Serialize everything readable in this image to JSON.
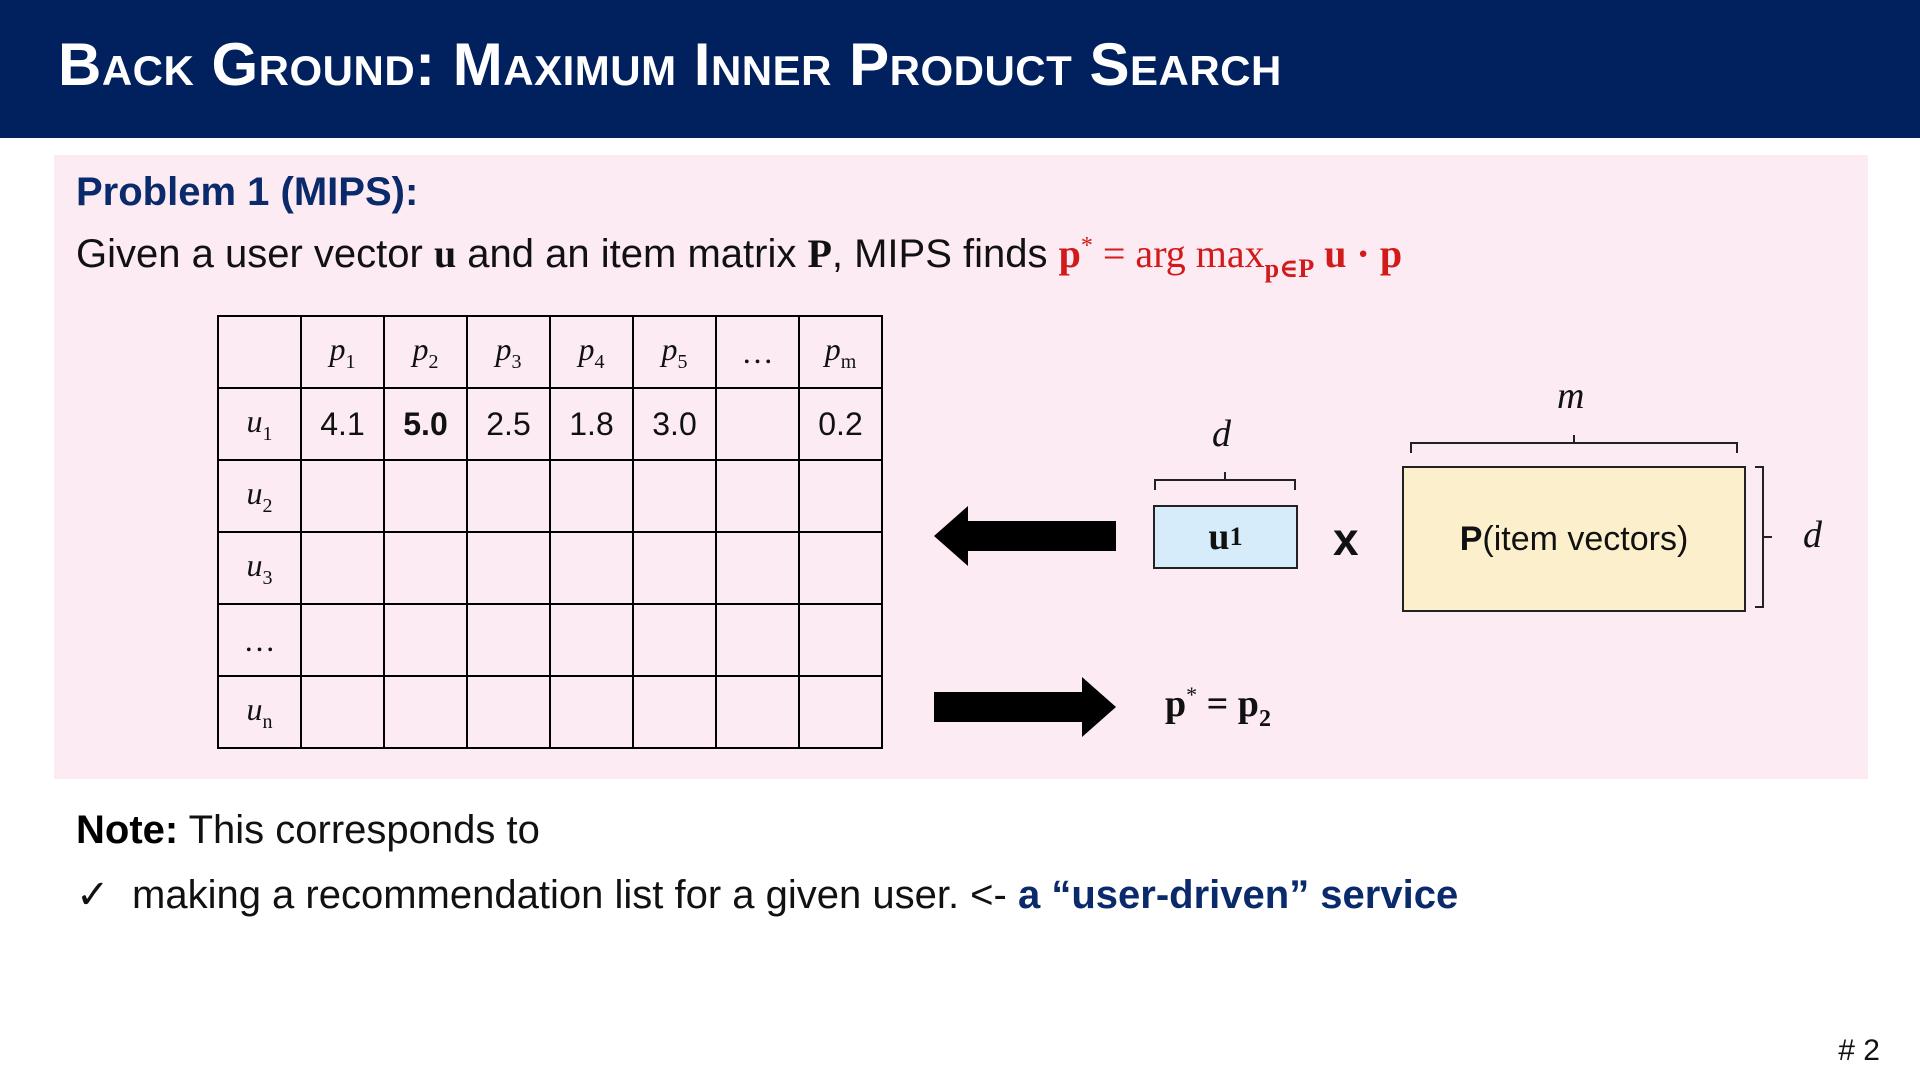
{
  "header": {
    "title": "Back Ground: Maximum Inner Product Search",
    "bg_color": "#00205e"
  },
  "problem": {
    "title": "Problem 1 (MIPS):",
    "line_start": "Given a user vector ",
    "u_sym": "u",
    "line_mid": " and an item matrix ",
    "P_sym": "P",
    "line_end": ", MIPS finds ",
    "formula_pstar": "p",
    "formula_star": "*",
    "formula_eq": " = arg max",
    "formula_sub": "p∈P",
    "formula_tail": " u · p",
    "formula_color": "#d11a1a"
  },
  "matrix": {
    "col_headers": [
      "p",
      "p",
      "p",
      "p",
      "p",
      "…",
      "p"
    ],
    "col_subs": [
      "1",
      "2",
      "3",
      "4",
      "5",
      "",
      "m"
    ],
    "row_headers": [
      "u",
      "u",
      "u",
      "…",
      "u"
    ],
    "row_subs": [
      "1",
      "2",
      "3",
      "",
      "n"
    ],
    "u1_values": [
      "4.1",
      "5.0",
      "2.5",
      "1.8",
      "3.0",
      "",
      "0.2"
    ],
    "max_value": "5.0"
  },
  "diagram": {
    "u1_label": "u",
    "u1_sub": "1",
    "times": "x",
    "p_label_bold": "P",
    "p_label_rest": " (item vectors)",
    "d_top": "d",
    "m_top": "m",
    "d_side": "d",
    "result_p": "p",
    "result_star": "*",
    "result_eq": " = p",
    "result_sub": "2",
    "u1_fill": "#d7ecfb",
    "p_fill": "#fcefcc"
  },
  "note": {
    "label": "Note:",
    "text": " This corresponds to",
    "check_icon": "✓",
    "bullet_text": "making a recommendation list for a given user.   <- ",
    "highlight": "a “user-driven” service",
    "highlight_color": "#0a2a6b"
  },
  "page_number": "# 2"
}
